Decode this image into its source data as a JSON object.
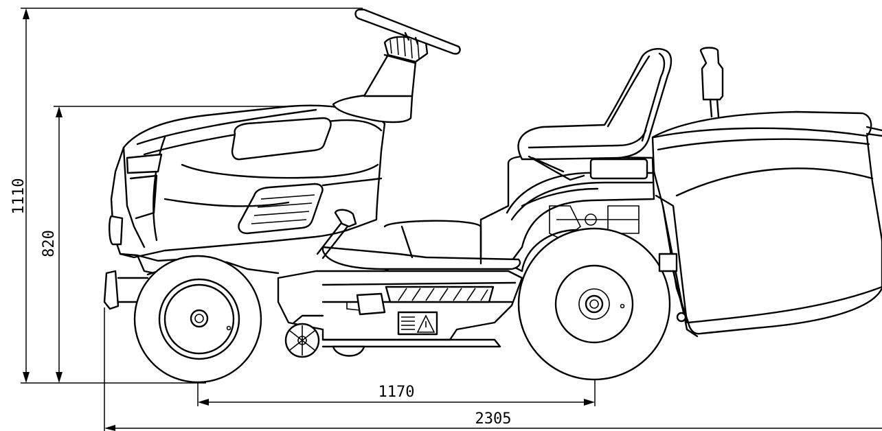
{
  "dimensions": {
    "overall_height": "1110",
    "seat_height": "820",
    "wheelbase": "1170",
    "overall_length": "2305"
  },
  "colors": {
    "line": "#000000",
    "background": "#ffffff"
  }
}
